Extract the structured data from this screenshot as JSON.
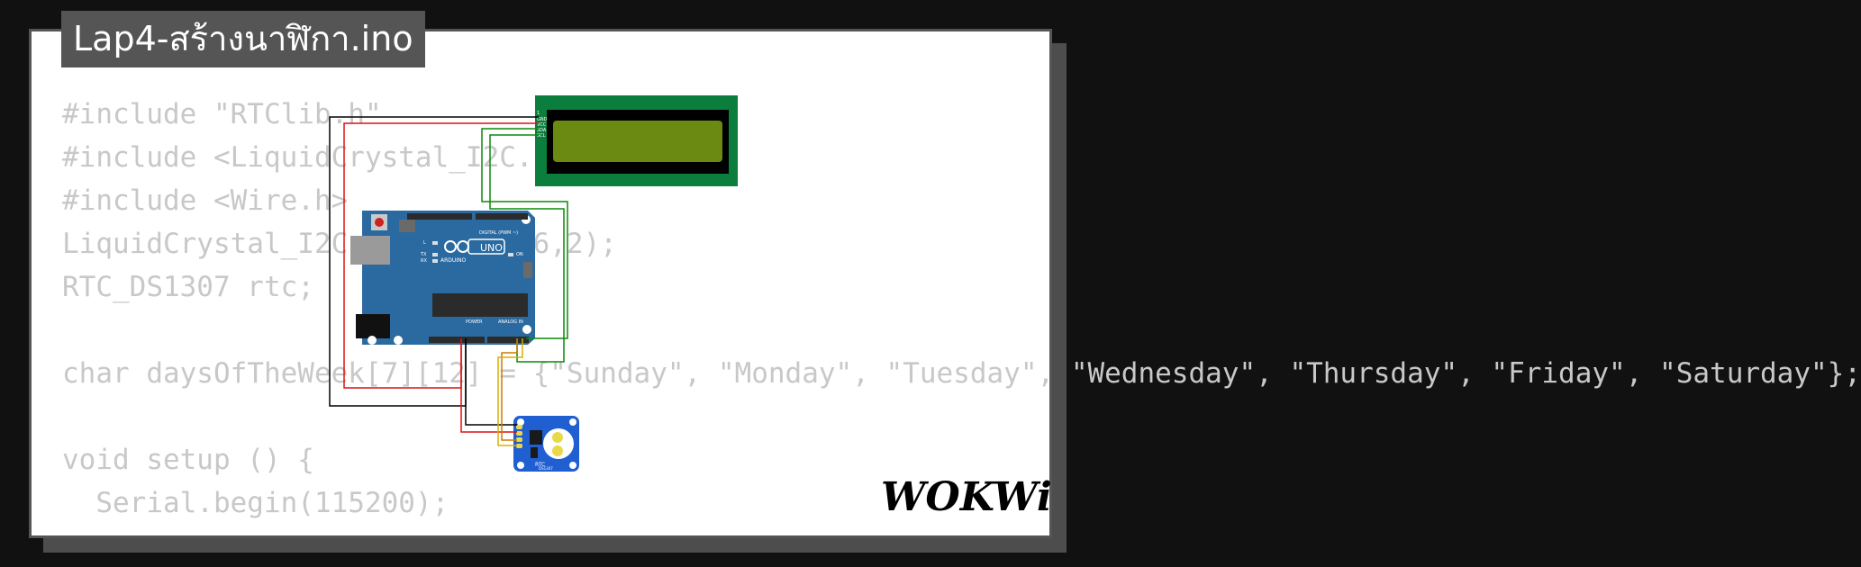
{
  "title": "Lap4-สร้างนาฬิกา.ino",
  "code_lines": [
    "#include \"RTClib.h\"",
    "#include <LiquidCrystal_I2C.h>",
    "#include <Wire.h>",
    "LiquidCrystal_I2C lcd(0x27,16,2);",
    "RTC_DS1307 rtc;",
    "",
    "char daysOfTheWeek[7][12] = {\"Sunday\", \"Monday\", \"Tuesday\", \"Wednesday\", \"Thursday\", \"Friday\", \"Saturday\"};",
    "",
    "void setup () {",
    "  Serial.begin(115200);"
  ],
  "arduino": {
    "model": "UNO",
    "brand": "ARDUINO",
    "digital_label": "DIGITAL (PWM ~)",
    "power_label": "POWER",
    "analog_label": "ANALOG IN",
    "led_l": "L",
    "led_tx": "TX",
    "led_rx": "RX",
    "led_on": "ON"
  },
  "lcd_pins": [
    "1",
    "GND",
    "VCC",
    "SDA",
    "SCL"
  ],
  "rtc": {
    "label": "RTC",
    "chip": "DS1307"
  },
  "logo": "WOKWi",
  "colors": {
    "background": "#111111",
    "card": "#ffffff",
    "title_bg": "#555555",
    "code_text": "#c8c8c8",
    "lcd_pcb": "#0b7e3e",
    "lcd_screen": "#6b8a12",
    "arduino_board": "#2b6aa0",
    "rtc_board": "#1f5fd1",
    "wire_gnd": "#000000",
    "wire_vcc": "#dd1111",
    "wire_sda": "#0a8a0a",
    "wire_scl_rtc": "#d8b000"
  }
}
